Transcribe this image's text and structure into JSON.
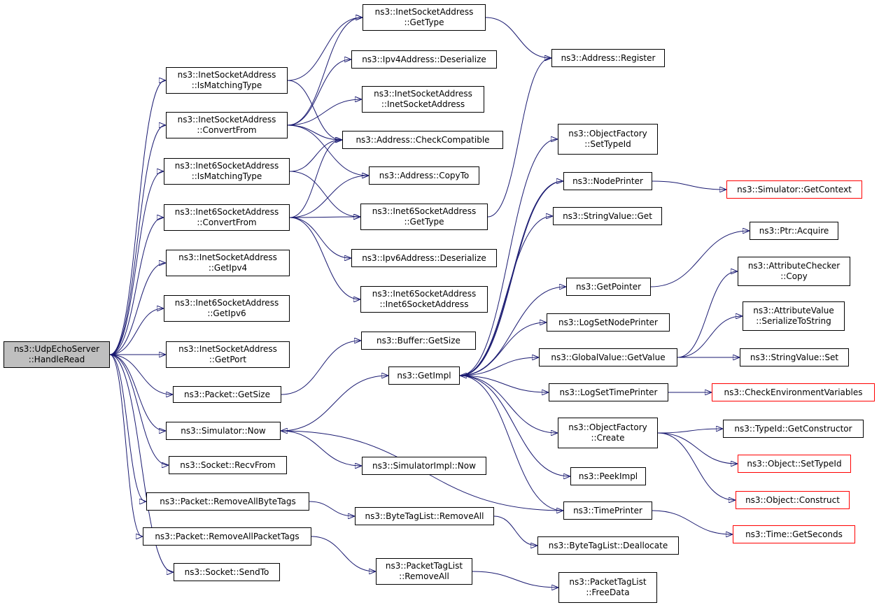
{
  "graph": {
    "nodes": [
      {
        "id": "root",
        "lines": [
          "ns3::UdpEchoServer",
          "::HandleRead"
        ],
        "style": "root"
      },
      {
        "id": "inet-ismatch",
        "lines": [
          "ns3::InetSocketAddress",
          "::IsMatchingType"
        ],
        "style": "normal"
      },
      {
        "id": "inet-convert",
        "lines": [
          "ns3::InetSocketAddress",
          "::ConvertFrom"
        ],
        "style": "normal"
      },
      {
        "id": "inet6-ismatch",
        "lines": [
          "ns3::Inet6SocketAddress",
          "::IsMatchingType"
        ],
        "style": "normal"
      },
      {
        "id": "inet6-convert",
        "lines": [
          "ns3::Inet6SocketAddress",
          "::ConvertFrom"
        ],
        "style": "normal"
      },
      {
        "id": "inet-getipv4",
        "lines": [
          "ns3::InetSocketAddress",
          "::GetIpv4"
        ],
        "style": "normal"
      },
      {
        "id": "inet6-getipv6",
        "lines": [
          "ns3::Inet6SocketAddress",
          "::GetIpv6"
        ],
        "style": "normal"
      },
      {
        "id": "inet-getport",
        "lines": [
          "ns3::InetSocketAddress",
          "::GetPort"
        ],
        "style": "normal"
      },
      {
        "id": "packet-getsize",
        "lines": [
          "ns3::Packet::GetSize"
        ],
        "style": "normal"
      },
      {
        "id": "sim-now",
        "lines": [
          "ns3::Simulator::Now"
        ],
        "style": "normal"
      },
      {
        "id": "socket-recvfrom",
        "lines": [
          "ns3::Socket::RecvFrom"
        ],
        "style": "normal"
      },
      {
        "id": "packet-rmbyte",
        "lines": [
          "ns3::Packet::RemoveAllByteTags"
        ],
        "style": "normal"
      },
      {
        "id": "packet-rmpacket",
        "lines": [
          "ns3::Packet::RemoveAllPacketTags"
        ],
        "style": "normal"
      },
      {
        "id": "socket-sendto",
        "lines": [
          "ns3::Socket::SendTo"
        ],
        "style": "normal"
      },
      {
        "id": "inet-gettype",
        "lines": [
          "ns3::InetSocketAddress",
          "::GetType"
        ],
        "style": "normal"
      },
      {
        "id": "ipv4-deser",
        "lines": [
          "ns3::Ipv4Address::Deserialize"
        ],
        "style": "normal"
      },
      {
        "id": "inet-ctor",
        "lines": [
          "ns3::InetSocketAddress",
          "::InetSocketAddress"
        ],
        "style": "normal"
      },
      {
        "id": "addr-checkcompat",
        "lines": [
          "ns3::Address::CheckCompatible"
        ],
        "style": "normal"
      },
      {
        "id": "addr-copyto",
        "lines": [
          "ns3::Address::CopyTo"
        ],
        "style": "normal"
      },
      {
        "id": "inet6-gettype",
        "lines": [
          "ns3::Inet6SocketAddress",
          "::GetType"
        ],
        "style": "normal"
      },
      {
        "id": "ipv6-deser",
        "lines": [
          "ns3::Ipv6Address::Deserialize"
        ],
        "style": "normal"
      },
      {
        "id": "inet6-ctor",
        "lines": [
          "ns3::Inet6SocketAddress",
          "::Inet6SocketAddress"
        ],
        "style": "normal"
      },
      {
        "id": "buffer-getsize",
        "lines": [
          "ns3::Buffer::GetSize"
        ],
        "style": "normal"
      },
      {
        "id": "getimpl",
        "lines": [
          "ns3::GetImpl"
        ],
        "style": "normal"
      },
      {
        "id": "simimpl-now",
        "lines": [
          "ns3::SimulatorImpl::Now"
        ],
        "style": "normal"
      },
      {
        "id": "bytetag-rmall",
        "lines": [
          "ns3::ByteTagList::RemoveAll"
        ],
        "style": "normal"
      },
      {
        "id": "pkttag-rmall",
        "lines": [
          "ns3::PacketTagList",
          "::RemoveAll"
        ],
        "style": "normal"
      },
      {
        "id": "addr-register",
        "lines": [
          "ns3::Address::Register"
        ],
        "style": "normal"
      },
      {
        "id": "objfac-settypeid",
        "lines": [
          "ns3::ObjectFactory",
          "::SetTypeId"
        ],
        "style": "normal"
      },
      {
        "id": "nodeprinter",
        "lines": [
          "ns3::NodePrinter"
        ],
        "style": "normal"
      },
      {
        "id": "stringvalue-get",
        "lines": [
          "ns3::StringValue::Get"
        ],
        "style": "normal"
      },
      {
        "id": "getpointer",
        "lines": [
          "ns3::GetPointer"
        ],
        "style": "normal"
      },
      {
        "id": "logsetnodeprinter",
        "lines": [
          "ns3::LogSetNodePrinter"
        ],
        "style": "normal"
      },
      {
        "id": "globalvalue-getvalue",
        "lines": [
          "ns3::GlobalValue::GetValue"
        ],
        "style": "normal"
      },
      {
        "id": "logsettimeprinter",
        "lines": [
          "ns3::LogSetTimePrinter"
        ],
        "style": "normal"
      },
      {
        "id": "objfac-create",
        "lines": [
          "ns3::ObjectFactory",
          "::Create"
        ],
        "style": "normal"
      },
      {
        "id": "peekimpl",
        "lines": [
          "ns3::PeekImpl"
        ],
        "style": "normal"
      },
      {
        "id": "timeprinter",
        "lines": [
          "ns3::TimePrinter"
        ],
        "style": "normal"
      },
      {
        "id": "bytetag-dealloc",
        "lines": [
          "ns3::ByteTagList::Deallocate"
        ],
        "style": "normal"
      },
      {
        "id": "pkttag-freedata",
        "lines": [
          "ns3::PacketTagList",
          "::FreeData"
        ],
        "style": "normal"
      },
      {
        "id": "sim-getcontext",
        "lines": [
          "ns3::Simulator::GetContext"
        ],
        "style": "red"
      },
      {
        "id": "ptr-acquire",
        "lines": [
          "ns3::Ptr::Acquire"
        ],
        "style": "normal"
      },
      {
        "id": "attrchecker-copy",
        "lines": [
          "ns3::AttributeChecker",
          "::Copy"
        ],
        "style": "normal"
      },
      {
        "id": "attrvalue-ser",
        "lines": [
          "ns3::AttributeValue",
          "::SerializeToString"
        ],
        "style": "normal"
      },
      {
        "id": "stringvalue-set",
        "lines": [
          "ns3::StringValue::Set"
        ],
        "style": "normal"
      },
      {
        "id": "checkenv",
        "lines": [
          "ns3::CheckEnvironmentVariables"
        ],
        "style": "red"
      },
      {
        "id": "typeid-getctor",
        "lines": [
          "ns3::TypeId::GetConstructor"
        ],
        "style": "normal"
      },
      {
        "id": "object-settypeid",
        "lines": [
          "ns3::Object::SetTypeId"
        ],
        "style": "red"
      },
      {
        "id": "object-construct",
        "lines": [
          "ns3::Object::Construct"
        ],
        "style": "red"
      },
      {
        "id": "time-getseconds",
        "lines": [
          "ns3::Time::GetSeconds"
        ],
        "style": "red"
      }
    ],
    "edges": [
      [
        "root",
        "inet-ismatch"
      ],
      [
        "root",
        "inet-convert"
      ],
      [
        "root",
        "inet6-ismatch"
      ],
      [
        "root",
        "inet6-convert"
      ],
      [
        "root",
        "inet-getipv4"
      ],
      [
        "root",
        "inet6-getipv6"
      ],
      [
        "root",
        "inet-getport"
      ],
      [
        "root",
        "packet-getsize"
      ],
      [
        "root",
        "sim-now"
      ],
      [
        "root",
        "socket-recvfrom"
      ],
      [
        "root",
        "packet-rmbyte"
      ],
      [
        "root",
        "packet-rmpacket"
      ],
      [
        "root",
        "socket-sendto"
      ],
      [
        "inet-ismatch",
        "inet-gettype"
      ],
      [
        "inet-ismatch",
        "addr-checkcompat"
      ],
      [
        "inet-convert",
        "inet-gettype"
      ],
      [
        "inet-convert",
        "ipv4-deser"
      ],
      [
        "inet-convert",
        "inet-ctor"
      ],
      [
        "inet-convert",
        "addr-checkcompat"
      ],
      [
        "inet-convert",
        "addr-copyto"
      ],
      [
        "inet6-ismatch",
        "addr-checkcompat"
      ],
      [
        "inet6-ismatch",
        "inet6-gettype"
      ],
      [
        "inet6-convert",
        "addr-checkcompat"
      ],
      [
        "inet6-convert",
        "addr-copyto"
      ],
      [
        "inet6-convert",
        "inet6-gettype"
      ],
      [
        "inet6-convert",
        "ipv6-deser"
      ],
      [
        "inet6-convert",
        "inet6-ctor"
      ],
      [
        "inet-gettype",
        "addr-register"
      ],
      [
        "inet6-gettype",
        "addr-register"
      ],
      [
        "packet-getsize",
        "buffer-getsize"
      ],
      [
        "sim-now",
        "getimpl"
      ],
      [
        "sim-now",
        "simimpl-now"
      ],
      [
        "packet-rmbyte",
        "bytetag-rmall"
      ],
      [
        "packet-rmpacket",
        "pkttag-rmall"
      ],
      [
        "bytetag-rmall",
        "bytetag-dealloc"
      ],
      [
        "pkttag-rmall",
        "pkttag-freedata"
      ],
      [
        "getimpl",
        "objfac-settypeid"
      ],
      [
        "getimpl",
        "nodeprinter"
      ],
      [
        "getimpl",
        "stringvalue-get"
      ],
      [
        "getimpl",
        "getpointer"
      ],
      [
        "getimpl",
        "logsetnodeprinter"
      ],
      [
        "getimpl",
        "globalvalue-getvalue"
      ],
      [
        "getimpl",
        "logsettimeprinter"
      ],
      [
        "getimpl",
        "objfac-create"
      ],
      [
        "getimpl",
        "peekimpl"
      ],
      [
        "getimpl",
        "timeprinter"
      ],
      [
        "nodeprinter",
        "sim-getcontext"
      ],
      [
        "nodeprinter",
        "getimpl"
      ],
      [
        "getpointer",
        "ptr-acquire"
      ],
      [
        "globalvalue-getvalue",
        "attrchecker-copy"
      ],
      [
        "globalvalue-getvalue",
        "attrvalue-ser"
      ],
      [
        "globalvalue-getvalue",
        "stringvalue-set"
      ],
      [
        "logsettimeprinter",
        "checkenv"
      ],
      [
        "objfac-create",
        "typeid-getctor"
      ],
      [
        "objfac-create",
        "object-settypeid"
      ],
      [
        "objfac-create",
        "object-construct"
      ],
      [
        "timeprinter",
        "sim-now"
      ],
      [
        "timeprinter",
        "time-getseconds"
      ]
    ],
    "colors": {
      "edge": "#191970",
      "box_border": "#000000",
      "external_border": "#ff0000",
      "root_fill": "#bfbfbf",
      "background": "#ffffff"
    }
  }
}
